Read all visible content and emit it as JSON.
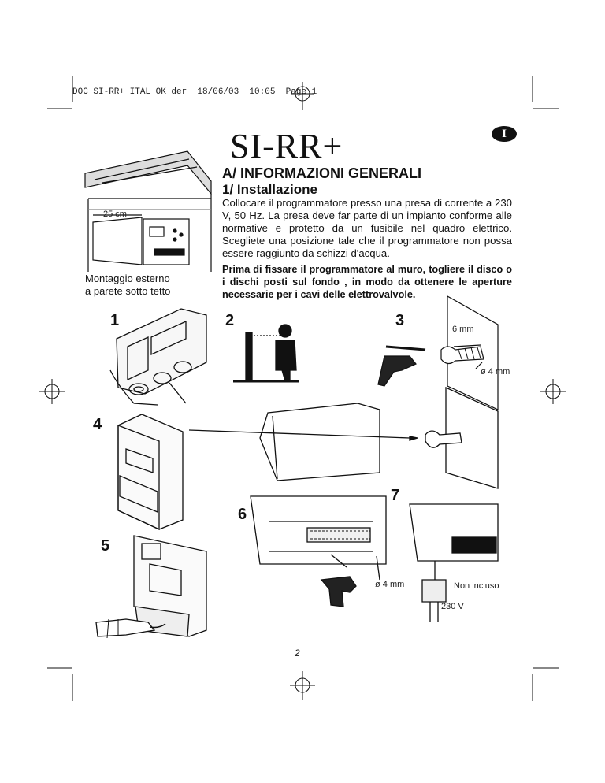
{
  "header": {
    "slug": "DOC SI-RR+ ITAL OK der  18/06/03  10:05  Page 1"
  },
  "document": {
    "title": "SI-RR+",
    "language_badge": "I",
    "section_title": "A/ INFORMAZIONI GENERALI",
    "subsection_title": "1/ Installazione",
    "paragraph_1": "Collocare il programmatore presso una presa di corrente a 230 V, 50 Hz. La presa deve far parte di un impianto conforme alle normative e protetto da un fusibile nel quadro elettrico. Scegliete una  posizione tale che il programmatore non possa essere raggiunto da schizzi d'acqua.",
    "paragraph_2": "Prima di fissare il programmatore al muro, togliere il disco o i dischi posti sul fondo , in modo da ottenere le aperture necessarie per i cavi delle elettrovalvole.",
    "page_number": "2"
  },
  "figures": {
    "wall_caption_line1": "Montaggio esterno",
    "wall_caption_line2": "a parete sotto tetto",
    "width_label": "25 cm",
    "step_numbers": [
      "1",
      "2",
      "3",
      "4",
      "5",
      "6",
      "7"
    ],
    "screw_gap_label": "6 mm",
    "drill_size_label": "ø 4 mm",
    "drill_size_label_2": "ø 4 mm",
    "not_included_label": "Non incluso",
    "voltage_label": "230 V"
  }
}
